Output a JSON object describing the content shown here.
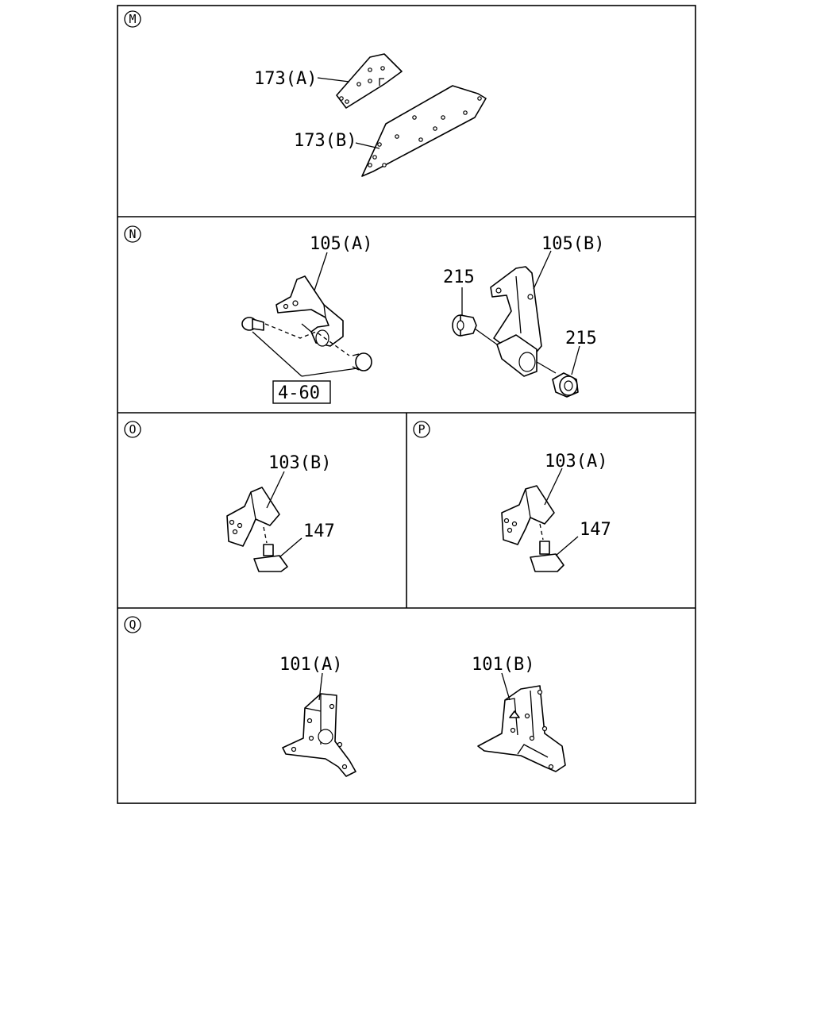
{
  "sections": {
    "m": {
      "marker": "M"
    },
    "n": {
      "marker": "N"
    },
    "o": {
      "marker": "O"
    },
    "p": {
      "marker": "P"
    },
    "q": {
      "marker": "Q"
    }
  },
  "labels": {
    "p173a": "173(A)",
    "p173b": "173(B)",
    "p105a": "105(A)",
    "p105b": "105(B)",
    "p215_top": "215",
    "p215_bottom": "215",
    "ref_4_60": "4-60",
    "p103b": "103(B)",
    "p147_o": "147",
    "p103a": "103(A)",
    "p147_p": "147",
    "p101a": "101(A)",
    "p101b": "101(B)"
  }
}
